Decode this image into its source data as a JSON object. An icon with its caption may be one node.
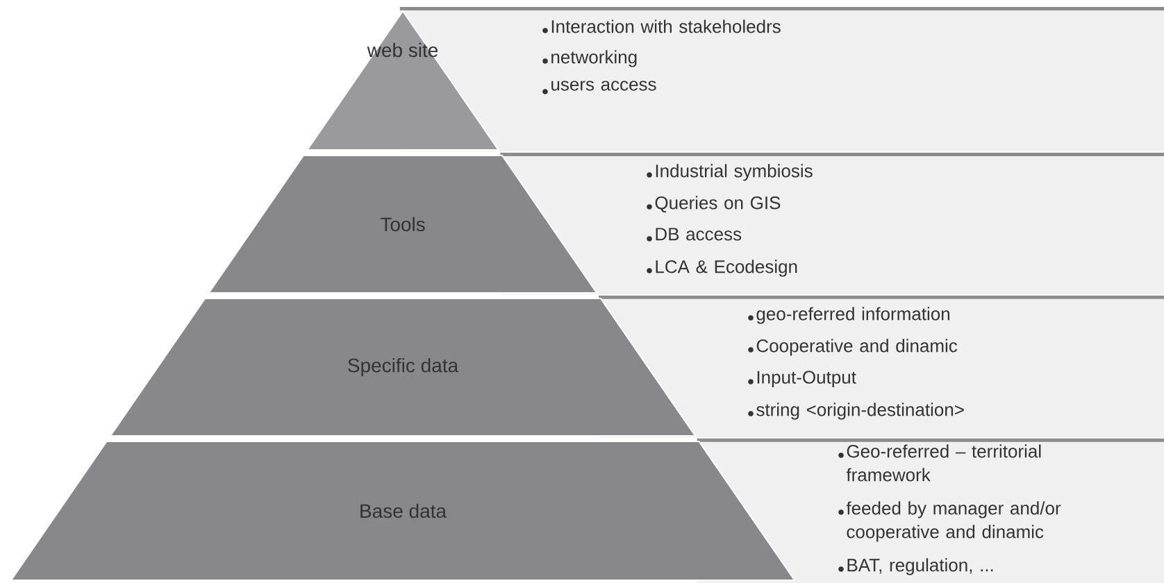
{
  "diagram": {
    "nodes": [
      {
        "text": [
          "web site"
        ]
      },
      {
        "text": [
          "Tools"
        ]
      },
      {
        "text": [
          "Specific data"
        ]
      },
      {
        "text": [
          "Base data"
        ]
      },
      {
        "text": [
          "Interaction with stakeholedrs",
          "networking",
          "users access"
        ]
      },
      {
        "text": [
          "Industrial symbiosis",
          "Queries on GIS",
          "DB access",
          "LCA & Ecodesign"
        ]
      },
      {
        "text": [
          "geo-referred information",
          "Cooperative and dinamic",
          "Input-Output",
          "string <origin-destination>"
        ]
      },
      {
        "text": [
          "Geo-referred – territorial framework",
          "feeded by manager and/or cooperative and dinamic",
          "BAT, regulation, ..."
        ]
      }
    ]
  }
}
